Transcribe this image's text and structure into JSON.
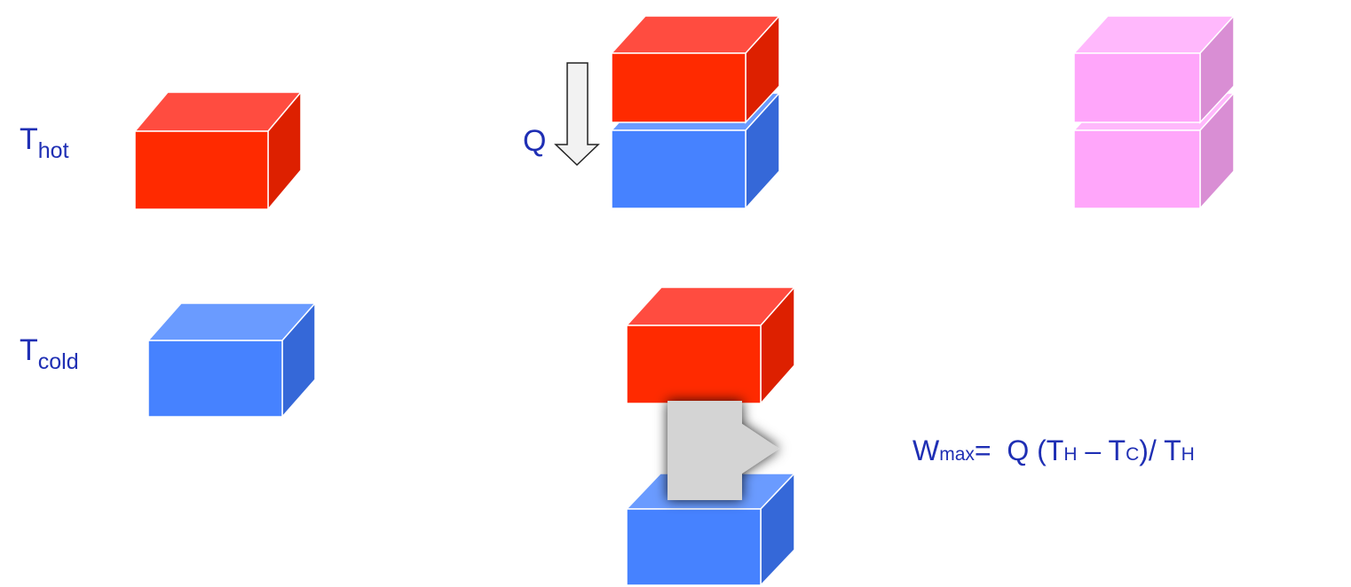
{
  "labels": {
    "hot": {
      "symbol": "T",
      "subscript": "hot"
    },
    "cold": {
      "symbol": "T",
      "subscript": "cold"
    },
    "heat": "Q"
  },
  "equation": {
    "w": "W",
    "w_sub": "max",
    "eq_and_q": "=  Q (T",
    "th1_sub": "H",
    "minus_t": " – T",
    "tc_sub": "C",
    "close_slash_t": ")/ T",
    "th2_sub": "H"
  },
  "colors": {
    "text": "#1f2fb4",
    "hot_front": "#ff2a00",
    "hot_top": "#ff4c40",
    "hot_side": "#dd2000",
    "cold_front": "#4682ff",
    "cold_top": "#6a9bff",
    "cold_side": "#3568d8",
    "mixed_front": "#ffa6fa",
    "mixed_top": "#ffb8fc",
    "mixed_side": "#d98ed4",
    "engine_arrow": "#d4d4d4"
  },
  "icons": {
    "heat_flow": "down-arrow-icon",
    "work_output": "right-arrow-icon"
  }
}
